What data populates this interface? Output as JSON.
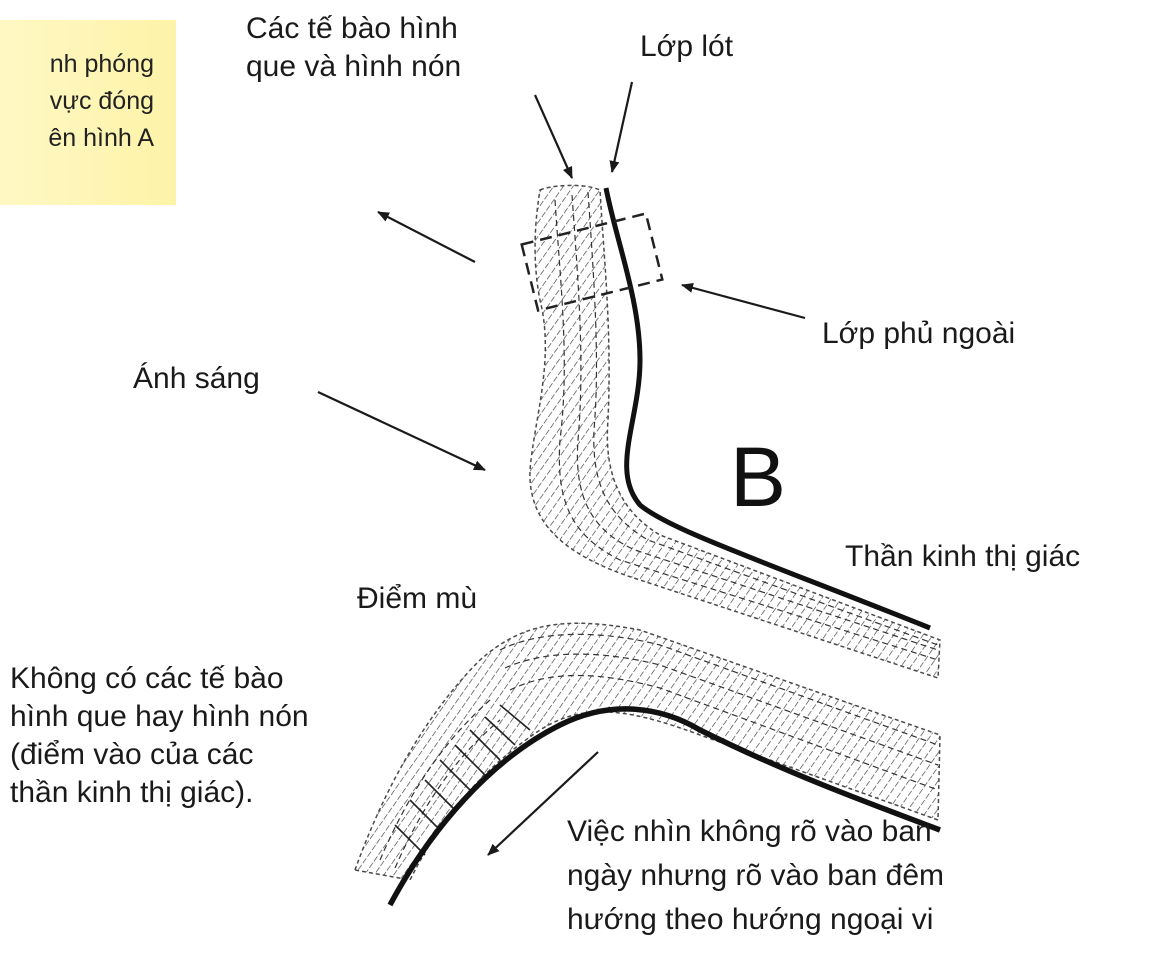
{
  "note": {
    "line1": "nh phóng",
    "line2": "vực đóng",
    "line3": "ên hình A"
  },
  "labels": {
    "rods_cones_line1": "Các tế bào hình",
    "rods_cones_line2": "que và hình nón",
    "lining": "Lớp lót",
    "outer_coat": "Lớp phủ ngoài",
    "light": "Ánh sáng",
    "panel_letter": "B",
    "optic_nerve": "Thần kinh thị giác",
    "blind_spot": "Điểm mù",
    "no_cells_line1": "Không có các tế bào",
    "no_cells_line2": "hình que hay hình nón",
    "no_cells_line3": "(điểm vào của các",
    "no_cells_line4": "thần kinh thị giác).",
    "vision_line1": "Việc nhìn không rõ vào ban",
    "vision_line2": "ngày nhưng rõ vào ban đêm",
    "vision_line3": "hướng theo hướng ngoại vi"
  },
  "colors": {
    "note_background": "#fdf3a8",
    "ink": "#1a1a1a"
  }
}
